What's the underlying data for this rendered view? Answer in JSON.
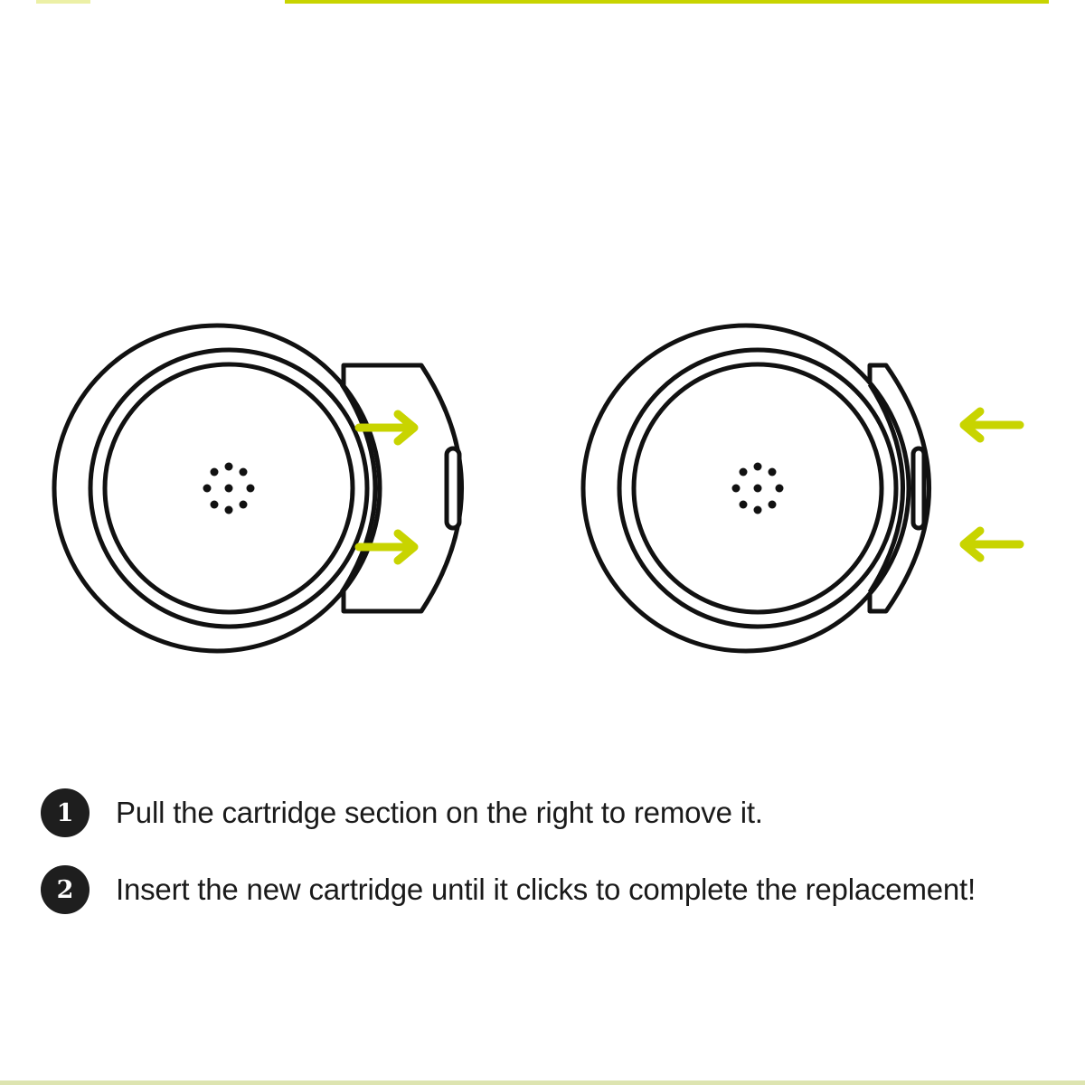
{
  "colors": {
    "accent": "#c8d400",
    "outline": "#111111",
    "badge": "#1e1e1e"
  },
  "figures": [
    {
      "name": "cartridge-remove",
      "arrow_direction": "right",
      "arrow_count": 2
    },
    {
      "name": "cartridge-insert",
      "arrow_direction": "left",
      "arrow_count": 2
    }
  ],
  "steps": [
    {
      "number": "1",
      "text": "Pull the cartridge section on the right to remove it."
    },
    {
      "number": "2",
      "text": "Insert the new cartridge until it clicks to complete the replacement!"
    }
  ]
}
